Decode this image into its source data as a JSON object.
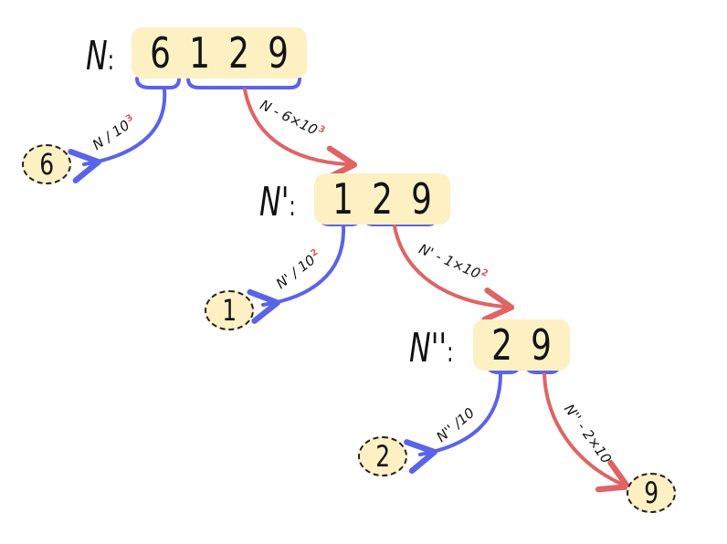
{
  "colors": {
    "blue": "#5b63e8",
    "red": "#df6464",
    "box": "#fdf0c3"
  },
  "levels": [
    {
      "label": "N",
      "suffix": ":",
      "digits": [
        "6",
        "1",
        "2",
        "9"
      ],
      "div_op": {
        "text": "N / 10",
        "exp": "3"
      },
      "rem_op": {
        "text": "N - 6×10",
        "exp": "3"
      },
      "leaf": "6"
    },
    {
      "label": "N'",
      "suffix": ":",
      "digits": [
        "1",
        "2",
        "9"
      ],
      "div_op": {
        "text": "N' / 10",
        "exp": "2"
      },
      "rem_op": {
        "text": "N' - 1×10",
        "exp": "2"
      },
      "leaf": "1"
    },
    {
      "label": "N''",
      "suffix": ":",
      "digits": [
        "2",
        "9"
      ],
      "div_op": {
        "text": "N'' /10",
        "exp": ""
      },
      "rem_op": {
        "text": "N'' - 2×10",
        "exp": ""
      },
      "leaf": "2"
    }
  ],
  "final_leaf": "9"
}
